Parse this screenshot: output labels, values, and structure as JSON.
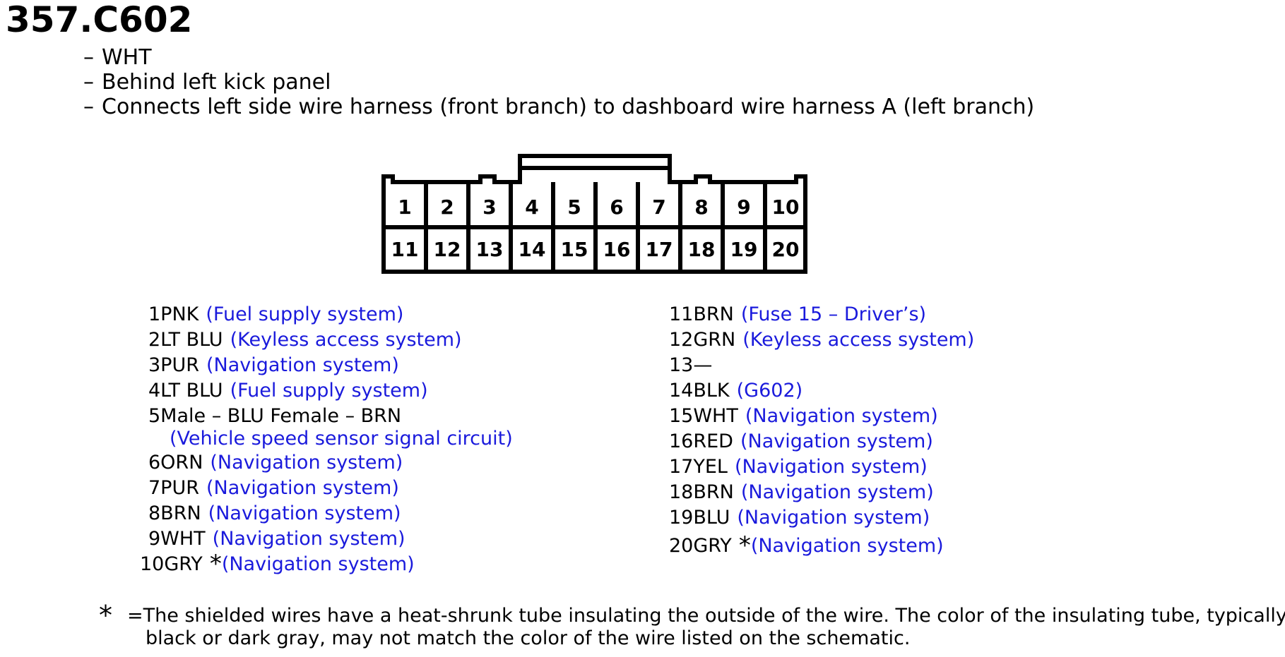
{
  "title": "357.C602",
  "description": [
    "WHT",
    "Behind left kick panel",
    "Connects left side wire harness (front branch) to dashboard wire harness A (left branch)"
  ],
  "dash": "–",
  "connector": {
    "top_row": [
      "1",
      "2",
      "3",
      "4",
      "5",
      "6",
      "7",
      "8",
      "9",
      "10"
    ],
    "bottom_row": [
      "11",
      "12",
      "13",
      "14",
      "15",
      "16",
      "17",
      "18",
      "19",
      "20"
    ]
  },
  "pins_left": [
    {
      "code": "1PNK",
      "circuit": "(Fuel supply system)",
      "star": ""
    },
    {
      "code": "2LT BLU",
      "circuit": "(Keyless access system)",
      "star": ""
    },
    {
      "code": "3PUR",
      "circuit": "(Navigation system)",
      "star": ""
    },
    {
      "code": "4LT BLU",
      "circuit": "(Fuel supply system)",
      "star": ""
    },
    {
      "code": "5Male – BLU Female – BRN",
      "circuit": "",
      "star": ""
    },
    {
      "code": "",
      "circuit": "(Vehicle speed sensor signal circuit)",
      "star": ""
    },
    {
      "code": "6ORN",
      "circuit": "(Navigation system)",
      "star": ""
    },
    {
      "code": "7PUR",
      "circuit": "(Navigation system)",
      "star": ""
    },
    {
      "code": "8BRN",
      "circuit": "(Navigation system)",
      "star": ""
    },
    {
      "code": "9WHT",
      "circuit": "(Navigation system)",
      "star": ""
    },
    {
      "code": "10GRY",
      "circuit": "(Navigation system)",
      "star": "*"
    }
  ],
  "pins_right": [
    {
      "code": "11BRN",
      "circuit": "(Fuse 15 – Driver’s)",
      "star": ""
    },
    {
      "code": "12GRN",
      "circuit": "(Keyless access system)",
      "star": ""
    },
    {
      "code": "13—",
      "circuit": "",
      "star": ""
    },
    {
      "code": "14BLK",
      "circuit": "(G602)",
      "star": ""
    },
    {
      "code": "15WHT",
      "circuit": "(Navigation system)",
      "star": ""
    },
    {
      "code": "16RED",
      "circuit": "(Navigation system)",
      "star": ""
    },
    {
      "code": "17YEL",
      "circuit": "(Navigation system)",
      "star": ""
    },
    {
      "code": "18BRN",
      "circuit": "(Navigation system)",
      "star": ""
    },
    {
      "code": "19BLU",
      "circuit": "(Navigation system)",
      "star": ""
    },
    {
      "code": "20GRY",
      "circuit": "(Navigation system)",
      "star": "*"
    }
  ],
  "footnote": {
    "mark": "*",
    "line1": "=The shielded wires have a heat-shrunk tube insulating the outside of the wire.  The color of the insulating tube, typically",
    "line2": "black or dark gray, may not match the color of the wire listed on the schematic."
  },
  "colors": {
    "circuit_text": "#1a1adc",
    "text": "#000000"
  }
}
